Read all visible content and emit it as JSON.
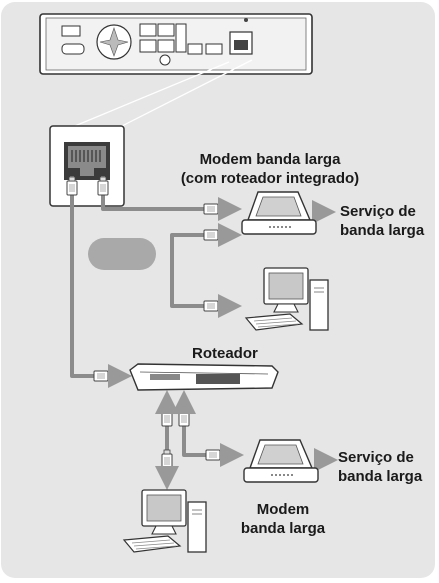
{
  "labels": {
    "modem_router_line1": "Modem banda larga",
    "modem_router_line2": "(com roteador integrado)",
    "service_top_line1": "Serviço de",
    "service_top_line2": "banda larga",
    "router": "Roteador",
    "service_bottom_line1": "Serviço de",
    "service_bottom_line2": "banda larga",
    "modem_line1": "Modem",
    "modem_line2": "banda larga"
  },
  "colors": {
    "panel": "#e6e6e6",
    "cable": "#8c8c8c",
    "arrow": "#999999",
    "outline": "#333333",
    "placeholder_pill": "#a9a9a9"
  }
}
